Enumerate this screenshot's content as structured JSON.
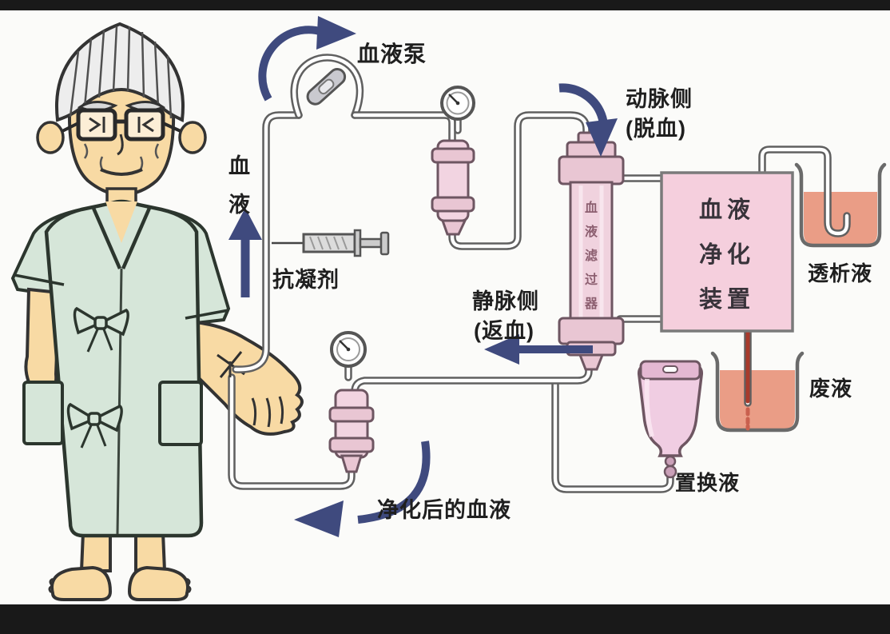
{
  "scene": {
    "type": "medical-diagram",
    "subject": "hemodialysis / blood purification circuit with elderly patient"
  },
  "colors": {
    "background": "#fbfbf9",
    "letterbox": "#191919",
    "tube_outline": "#606060",
    "pink_component": "#f2d4e1",
    "pink_cap": "#e9c6d3",
    "purifier_box_fill": "#f5cfdd",
    "beaker_liquid": "#ea9d86",
    "waste_red": "#a83a2c",
    "arrow_navy": "#3f4a7e",
    "gown_green": "#d6e6d9",
    "skin": "#f8daa4"
  },
  "labels": {
    "blood_pump": "血液泵",
    "blood_vertical": "血液",
    "anticoagulant": "抗凝剂",
    "arterial_side": "动脉侧",
    "arterial_side_sub": "(脱血)",
    "venous_side": "静脉侧",
    "venous_side_sub": "(返血)",
    "purifier_line1": "血液",
    "purifier_line2": "净化",
    "purifier_line3": "装置",
    "hemofilter_vertical": "血液滤过器",
    "dialysate": "透析液",
    "waste_fluid": "废液",
    "replacement_fluid": "置换液",
    "purified_blood": "净化后的血液"
  }
}
